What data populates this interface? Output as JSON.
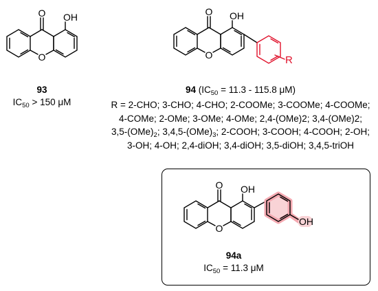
{
  "compound_93": {
    "label": "93",
    "activity_prefix": "IC",
    "activity_sub": "50",
    "activity_value": " > 150 μM",
    "atoms": {
      "carbonyl_o": "O",
      "hydroxyl": "OH",
      "ring_o": "O"
    }
  },
  "compound_94": {
    "label": "94",
    "activity_open": " (IC",
    "activity_sub": "50",
    "activity_value": " = 11.3 - 115.8 μM)",
    "atoms": {
      "carbonyl_o": "O",
      "hydroxyl": "OH",
      "ring_o": "O",
      "substituent": "R"
    },
    "substituents": {
      "line1": "R = 2-CHO; 3-CHO; 4-CHO; 2-COOMe; 3-COOMe; 4-COOMe;",
      "line2": "4-COMe; 2-OMe; 3-OMe; 4-OMe; 2,4-(OMe)2; 3,4-(OMe)2;",
      "line3_a": "3,5-(OMe)",
      "line3_sub1": "2",
      "line3_b": "; 3,4,5-(OMe)",
      "line3_sub2": "3",
      "line3_c": "; 2-COOH; 3-COOH; 4-COOH; 2-OH;",
      "line4": "3-OH; 4-OH; 2,4-diOH; 3,4-diOH; 3,5-diOH; 3,4,5-triOH"
    }
  },
  "compound_94a": {
    "label": "94a",
    "activity_prefix": "IC",
    "activity_sub": "50",
    "activity_value": " = 11.3 μM",
    "atoms": {
      "carbonyl_o": "O",
      "hydroxyl": "OH",
      "ring_o": "O",
      "phenol_oh": "OH"
    }
  },
  "colors": {
    "highlight": "#e0102a",
    "highlight_fill": "#f9d3d6",
    "bond": "#000000"
  }
}
